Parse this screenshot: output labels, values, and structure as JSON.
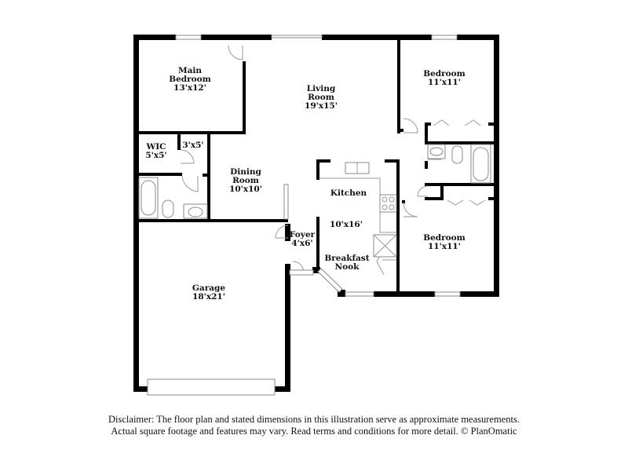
{
  "floorplan": {
    "rooms": [
      {
        "id": "main-bedroom",
        "name_line1": "Main",
        "name_line2": "Bedroom",
        "dims": "13'x12'"
      },
      {
        "id": "living-room",
        "name_line1": "Living",
        "name_line2": "Room",
        "dims": "19'x15'"
      },
      {
        "id": "bedroom-top",
        "name_line1": "Bedroom",
        "dims": "11'x11'"
      },
      {
        "id": "wic",
        "name_line1": "WIC",
        "dims": "5'x5'"
      },
      {
        "id": "closet-3x5",
        "dims": "3'x5'"
      },
      {
        "id": "dining-room",
        "name_line1": "Dining",
        "name_line2": "Room",
        "dims": "10'x10'"
      },
      {
        "id": "kitchen",
        "name_line1": "Kitchen",
        "dims": "10'x16'"
      },
      {
        "id": "foyer",
        "name_line1": "Foyer",
        "dims": "4'x6'"
      },
      {
        "id": "breakfast-nook",
        "name_line1": "Breakfast",
        "name_line2": "Nook"
      },
      {
        "id": "bedroom-bottom",
        "name_line1": "Bedroom",
        "dims": "11'x11'"
      },
      {
        "id": "garage",
        "name_line1": "Garage",
        "dims": "18'x21'"
      }
    ]
  },
  "disclaimer": {
    "line1": "Disclaimer: The floor plan and stated dimensions in this illustration serve as approximate measurements.",
    "line2": "Actual square footage and features may vary. Read terms and conditions for more detail. © PlanOmatic"
  }
}
